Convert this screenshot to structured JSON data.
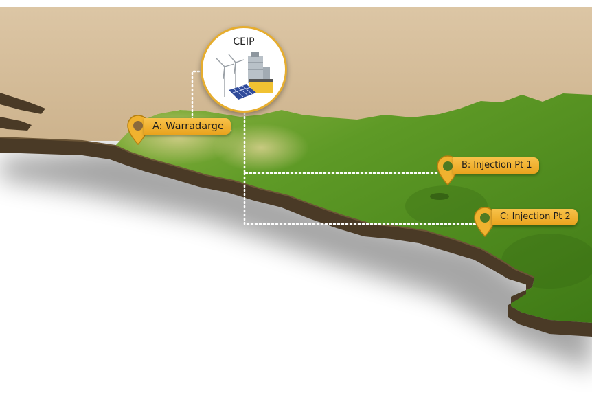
{
  "map": {
    "center_facility": {
      "title": "CEIP",
      "icons": [
        "wind-turbine-icon",
        "solar-panel-icon",
        "processing-plant-icon"
      ]
    },
    "markers": [
      {
        "label": "A: Warradarge",
        "icon": "map-pin-icon"
      },
      {
        "label": "B: Injection Pt 1",
        "icon": "map-pin-icon"
      },
      {
        "label": "C: Injection Pt 2",
        "icon": "map-pin-icon"
      }
    ],
    "colors": {
      "land_sand": "#d6bf9d",
      "grass": "#5c9a26",
      "cliff": "#4a3a26",
      "marker_gold": "#f0b22f",
      "connector": "#ffffff"
    }
  }
}
